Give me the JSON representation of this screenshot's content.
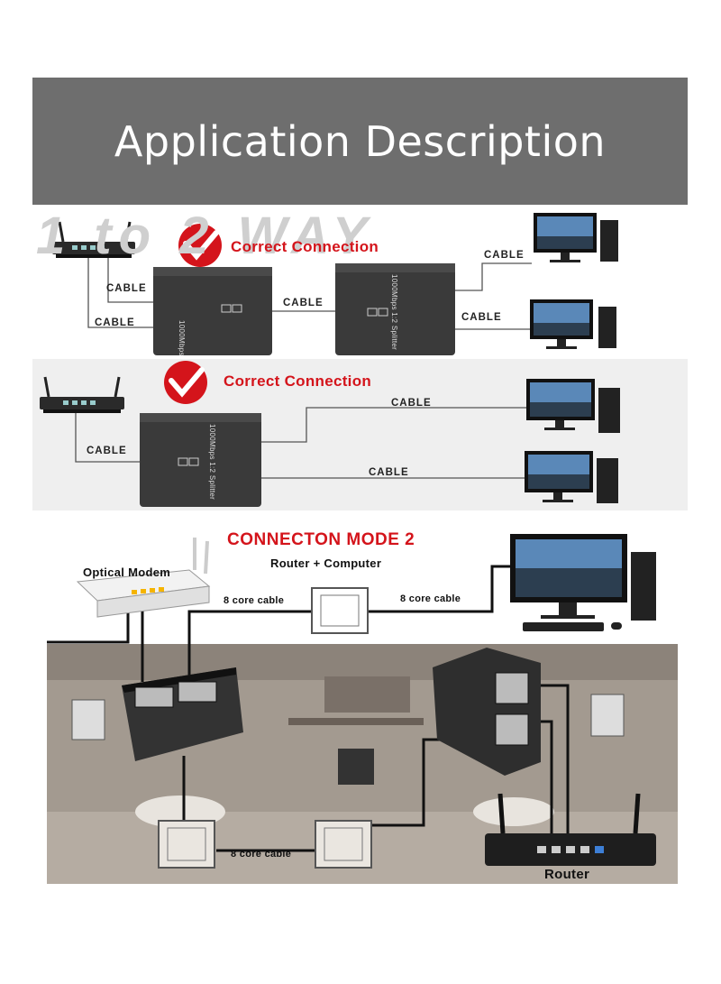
{
  "banner": {
    "title": "Application Description"
  },
  "section1": {
    "badge": "Correct Connection",
    "ghost_text": "1 to 2 WAY",
    "labels": {
      "cable_a": "CABLE",
      "cable_b": "CABLE",
      "cable_mid": "CABLE",
      "cable_c": "CABLE",
      "cable_d": "CABLE"
    },
    "splitter_text": "1000Mbps 1:2 Splitter"
  },
  "section2": {
    "badge": "Correct Connection",
    "labels": {
      "cable_in": "CABLE",
      "cable_top": "CABLE",
      "cable_bottom": "CABLE"
    },
    "splitter_text": "1000Mbps 1:2 Splitter"
  },
  "section3": {
    "title": "CONNECTON MODE 2",
    "subtitle": "Router + Computer",
    "optical_modem": "Optical Modem",
    "cable_left": "8 core cable",
    "cable_right": "8 core cable",
    "cable_bottom": "8 core cable",
    "router": "Router"
  },
  "colors": {
    "banner": "#6e6e6e",
    "accent_red": "#d4141b"
  }
}
